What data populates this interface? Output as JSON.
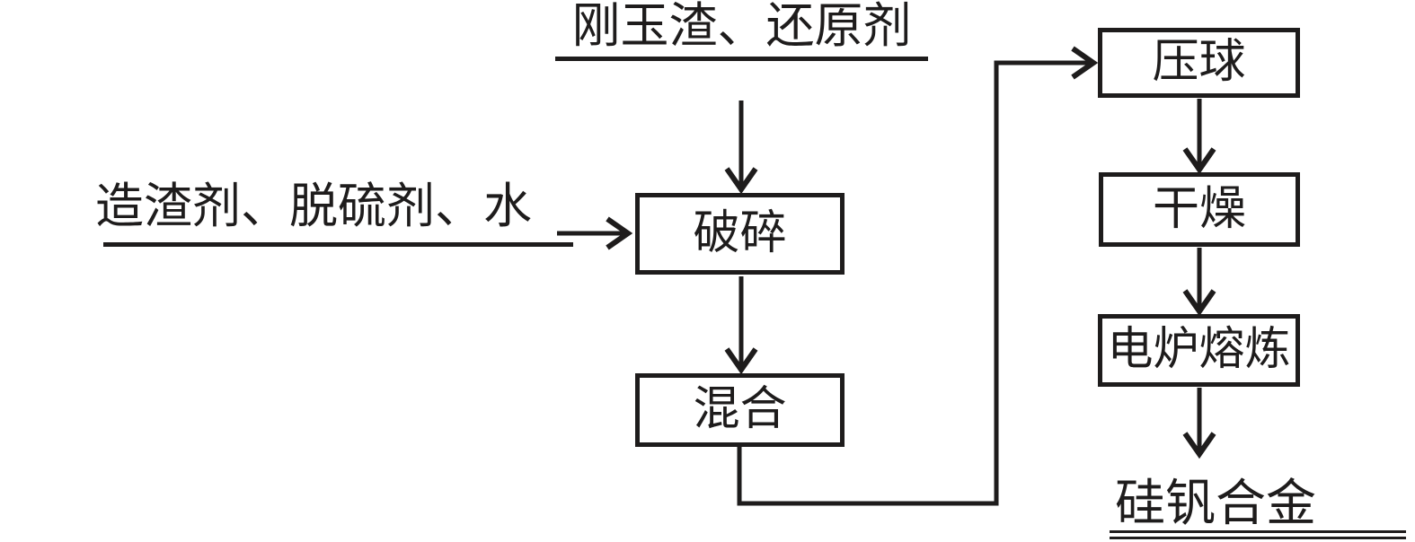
{
  "diagram": {
    "title": "silicon-vanadium alloy production flowchart",
    "colors": {
      "background": "#ffffff",
      "line": "#1e1c1c"
    },
    "inputs": {
      "top_label": "刚玉渣、还原剂",
      "left_label": "造渣剂、脱硫剂、水"
    },
    "steps": {
      "crush": "破碎",
      "mix": "混合",
      "press": "压球",
      "dry": "干燥",
      "smelt": "电炉熔炼"
    },
    "output_label": "硅钒合金"
  }
}
